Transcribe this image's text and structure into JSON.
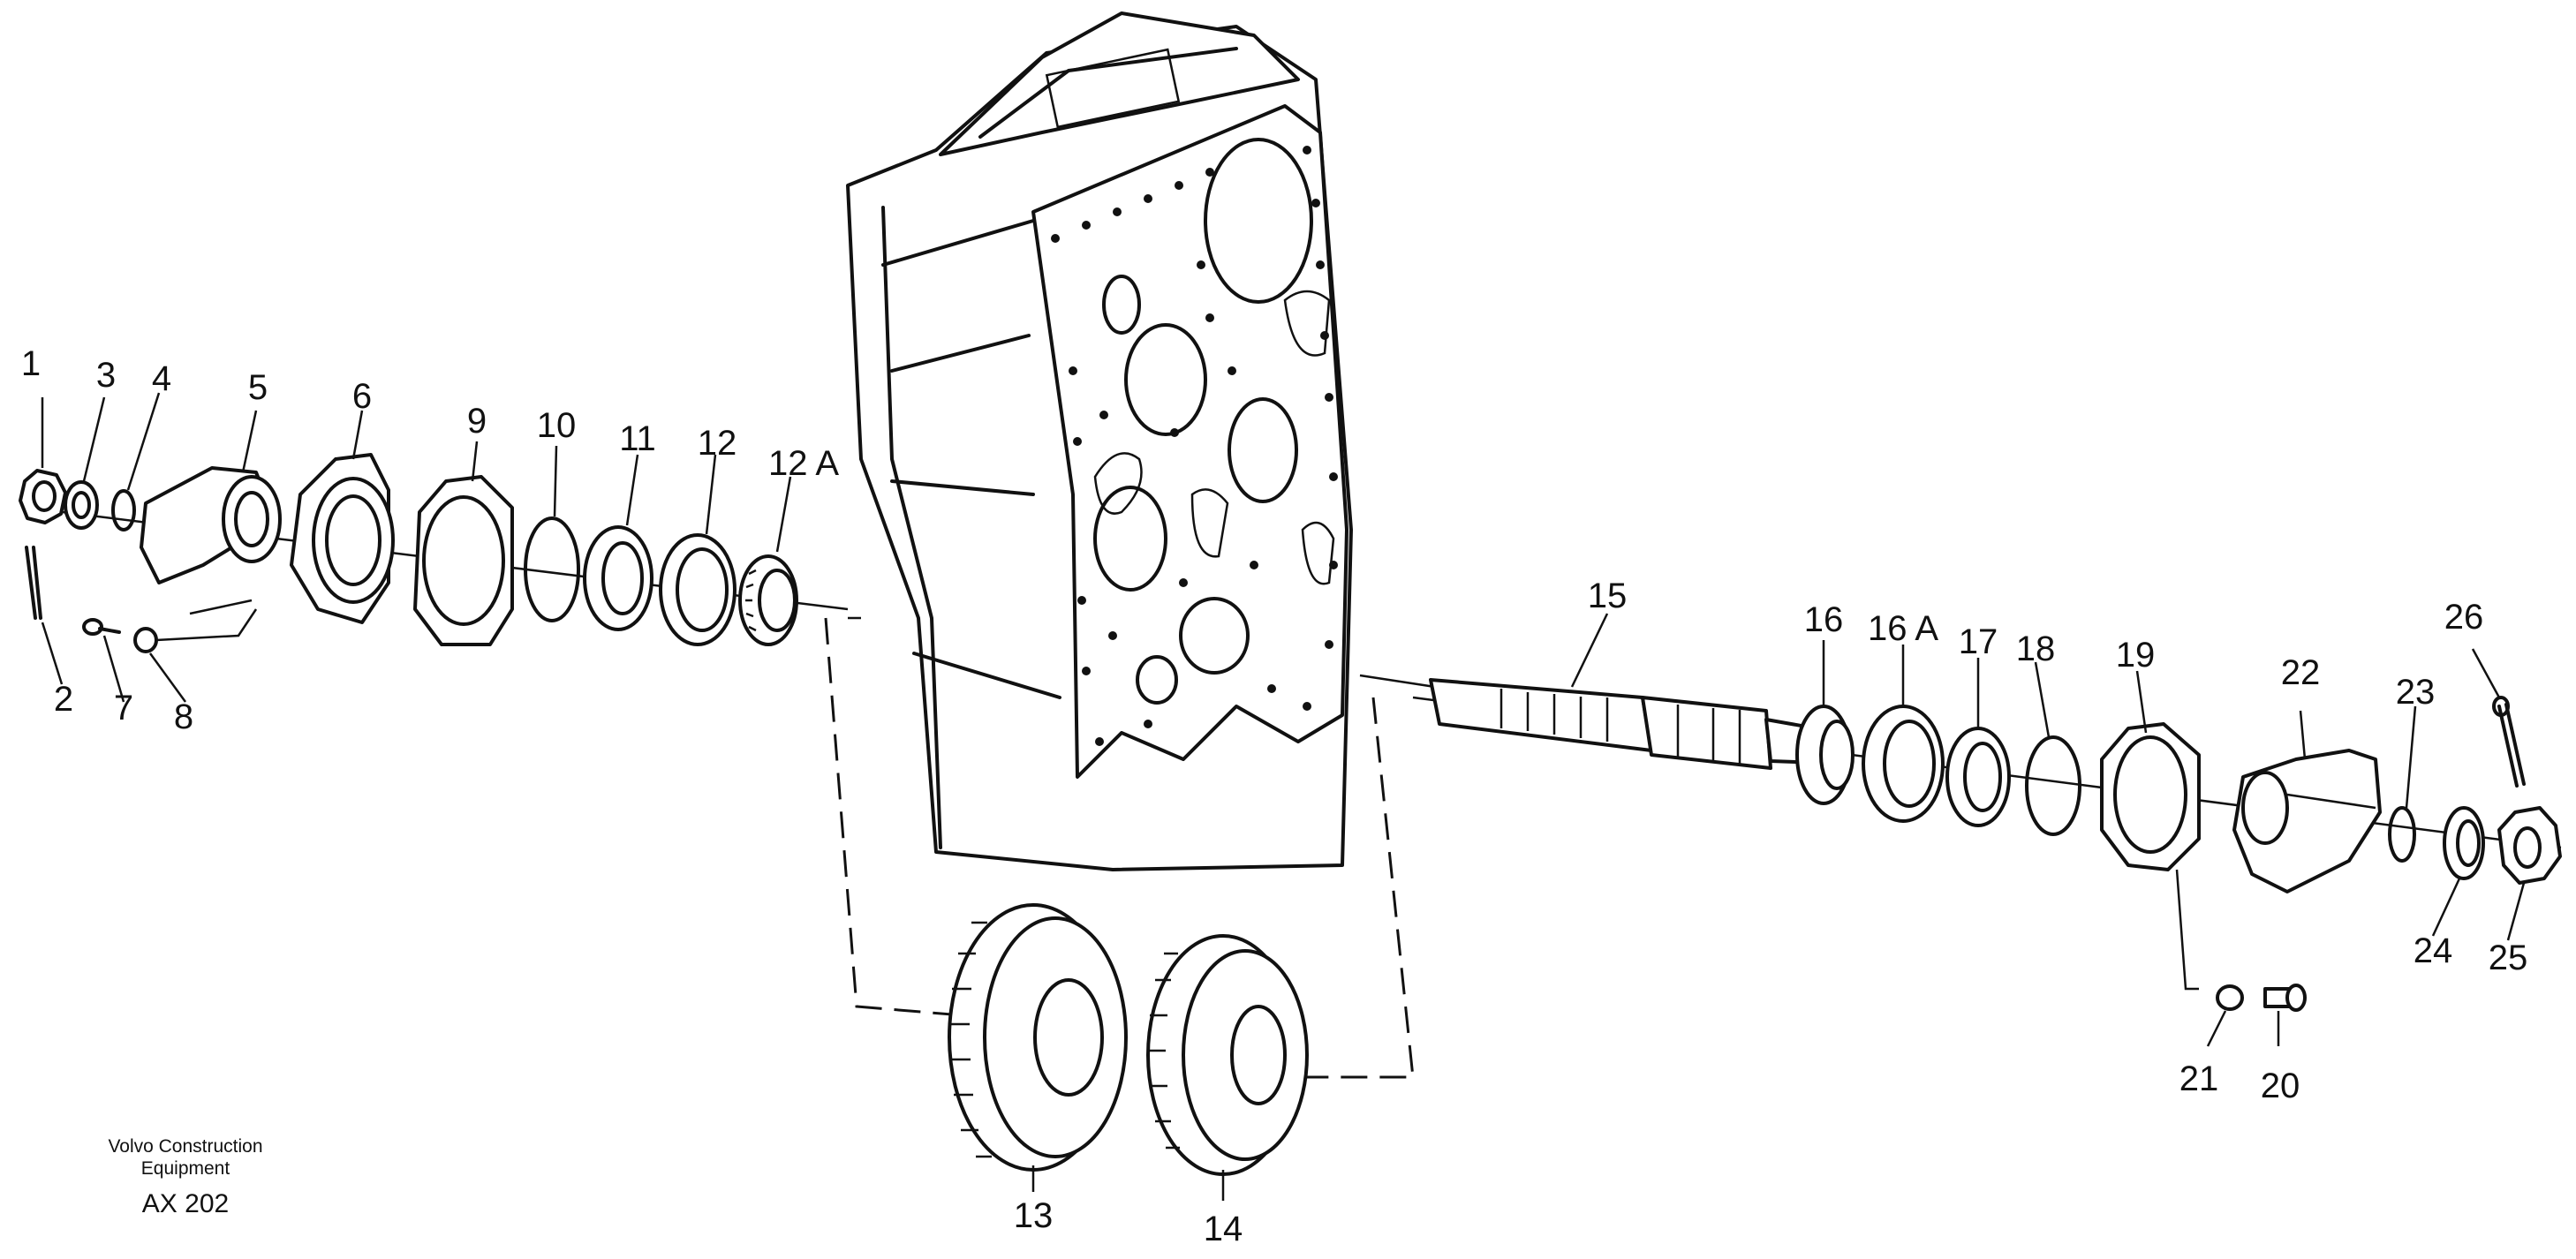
{
  "credit": {
    "line1": "Volvo Construction",
    "line2": "Equipment",
    "code": "AX 202"
  },
  "callouts": [
    {
      "id": "1",
      "label": "1"
    },
    {
      "id": "2",
      "label": "2"
    },
    {
      "id": "3",
      "label": "3"
    },
    {
      "id": "4",
      "label": "4"
    },
    {
      "id": "5",
      "label": "5"
    },
    {
      "id": "6",
      "label": "6"
    },
    {
      "id": "7",
      "label": "7"
    },
    {
      "id": "8",
      "label": "8"
    },
    {
      "id": "9",
      "label": "9"
    },
    {
      "id": "10",
      "label": "10"
    },
    {
      "id": "11",
      "label": "11"
    },
    {
      "id": "12",
      "label": "12"
    },
    {
      "id": "12a",
      "label": "12 A"
    },
    {
      "id": "13",
      "label": "13"
    },
    {
      "id": "14",
      "label": "14"
    },
    {
      "id": "15",
      "label": "15"
    },
    {
      "id": "16",
      "label": "16"
    },
    {
      "id": "16a",
      "label": "16 A"
    },
    {
      "id": "17",
      "label": "17"
    },
    {
      "id": "18",
      "label": "18"
    },
    {
      "id": "19",
      "label": "19"
    },
    {
      "id": "20",
      "label": "20"
    },
    {
      "id": "21",
      "label": "21"
    },
    {
      "id": "22",
      "label": "22"
    },
    {
      "id": "23",
      "label": "23"
    },
    {
      "id": "24",
      "label": "24"
    },
    {
      "id": "25",
      "label": "25"
    },
    {
      "id": "26",
      "label": "26"
    }
  ]
}
